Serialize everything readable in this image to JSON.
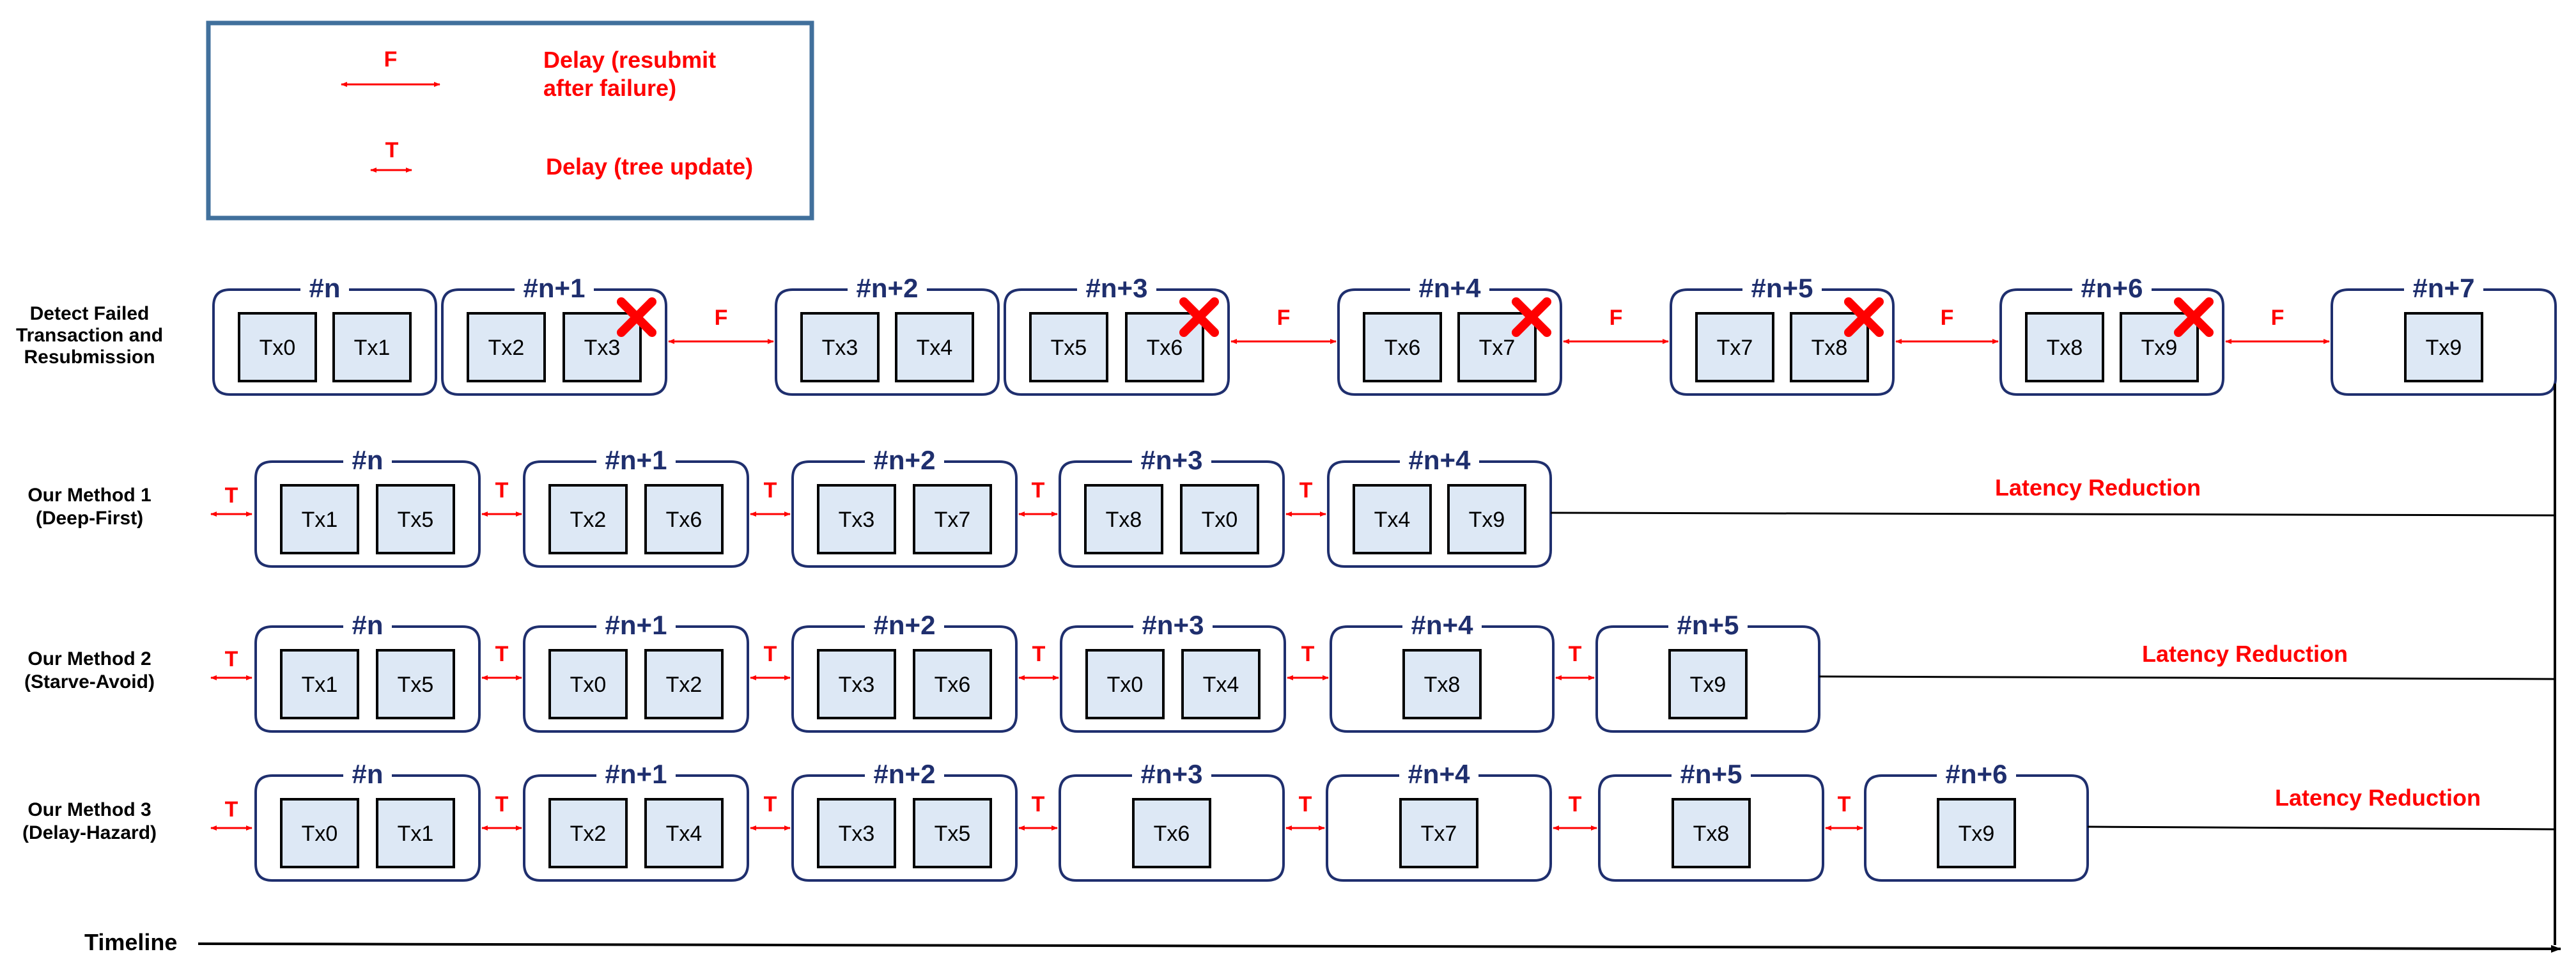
{
  "legend": {
    "f_marker": "F",
    "f_text_line1": "Delay (resubmit",
    "f_text_line2": "after failure)",
    "t_marker": "T",
    "t_text": "Delay (tree update)"
  },
  "colors": {
    "red": "#ff0000",
    "navy": "#1f2f6e",
    "tx_fill": "#dde8f5",
    "legend_border": "#41709c"
  },
  "icons": {
    "failure": "red-x-icon"
  },
  "rows": [
    {
      "label": [
        "Detect Failed",
        "Transaction and",
        "Resubmission"
      ],
      "delay": "F",
      "lead_delay": false,
      "blocks": [
        {
          "title": "#n",
          "txs": [
            "Tx0",
            "Tx1"
          ],
          "failed_tx": -1
        },
        {
          "title": "#n+1",
          "txs": [
            "Tx2",
            "Tx3"
          ],
          "failed_tx": 1
        },
        {
          "title": "#n+2",
          "txs": [
            "Tx3",
            "Tx4"
          ],
          "failed_tx": -1
        },
        {
          "title": "#n+3",
          "txs": [
            "Tx5",
            "Tx6"
          ],
          "failed_tx": 1
        },
        {
          "title": "#n+4",
          "txs": [
            "Tx6",
            "Tx7"
          ],
          "failed_tx": 1
        },
        {
          "title": "#n+5",
          "txs": [
            "Tx7",
            "Tx8"
          ],
          "failed_tx": 1
        },
        {
          "title": "#n+6",
          "txs": [
            "Tx8",
            "Tx9"
          ],
          "failed_tx": 1
        },
        {
          "title": "#n+7",
          "txs": [
            "Tx9"
          ],
          "failed_tx": -1
        }
      ],
      "latency_label": ""
    },
    {
      "label": [
        "Our Method 1",
        "(Deep-First)"
      ],
      "delay": "T",
      "lead_delay": true,
      "blocks": [
        {
          "title": "#n",
          "txs": [
            "Tx1",
            "Tx5"
          ],
          "failed_tx": -1
        },
        {
          "title": "#n+1",
          "txs": [
            "Tx2",
            "Tx6"
          ],
          "failed_tx": -1
        },
        {
          "title": "#n+2",
          "txs": [
            "Tx3",
            "Tx7"
          ],
          "failed_tx": -1
        },
        {
          "title": "#n+3",
          "txs": [
            "Tx8",
            "Tx0"
          ],
          "failed_tx": -1
        },
        {
          "title": "#n+4",
          "txs": [
            "Tx4",
            "Tx9"
          ],
          "failed_tx": -1
        }
      ],
      "latency_label": "Latency Reduction"
    },
    {
      "label": [
        "Our Method 2",
        "(Starve-Avoid)"
      ],
      "delay": "T",
      "lead_delay": true,
      "blocks": [
        {
          "title": "#n",
          "txs": [
            "Tx1",
            "Tx5"
          ],
          "failed_tx": -1
        },
        {
          "title": "#n+1",
          "txs": [
            "Tx0",
            "Tx2"
          ],
          "failed_tx": -1
        },
        {
          "title": "#n+2",
          "txs": [
            "Tx3",
            "Tx6"
          ],
          "failed_tx": -1
        },
        {
          "title": "#n+3",
          "txs": [
            "Tx0",
            "Tx4"
          ],
          "failed_tx": -1
        },
        {
          "title": "#n+4",
          "txs": [
            "Tx8"
          ],
          "failed_tx": -1
        },
        {
          "title": "#n+5",
          "txs": [
            "Tx9"
          ],
          "failed_tx": -1
        }
      ],
      "latency_label": "Latency Reduction"
    },
    {
      "label": [
        "Our Method 3",
        "(Delay-Hazard)"
      ],
      "delay": "T",
      "lead_delay": true,
      "blocks": [
        {
          "title": "#n",
          "txs": [
            "Tx0",
            "Tx1"
          ],
          "failed_tx": -1
        },
        {
          "title": "#n+1",
          "txs": [
            "Tx2",
            "Tx4"
          ],
          "failed_tx": -1
        },
        {
          "title": "#n+2",
          "txs": [
            "Tx3",
            "Tx5"
          ],
          "failed_tx": -1
        },
        {
          "title": "#n+3",
          "txs": [
            "Tx6"
          ],
          "failed_tx": -1
        },
        {
          "title": "#n+4",
          "txs": [
            "Tx7"
          ],
          "failed_tx": -1
        },
        {
          "title": "#n+5",
          "txs": [
            "Tx8"
          ],
          "failed_tx": -1
        },
        {
          "title": "#n+6",
          "txs": [
            "Tx9"
          ],
          "failed_tx": -1
        }
      ],
      "latency_label": "Latency Reduction"
    }
  ],
  "timeline_label": "Timeline"
}
